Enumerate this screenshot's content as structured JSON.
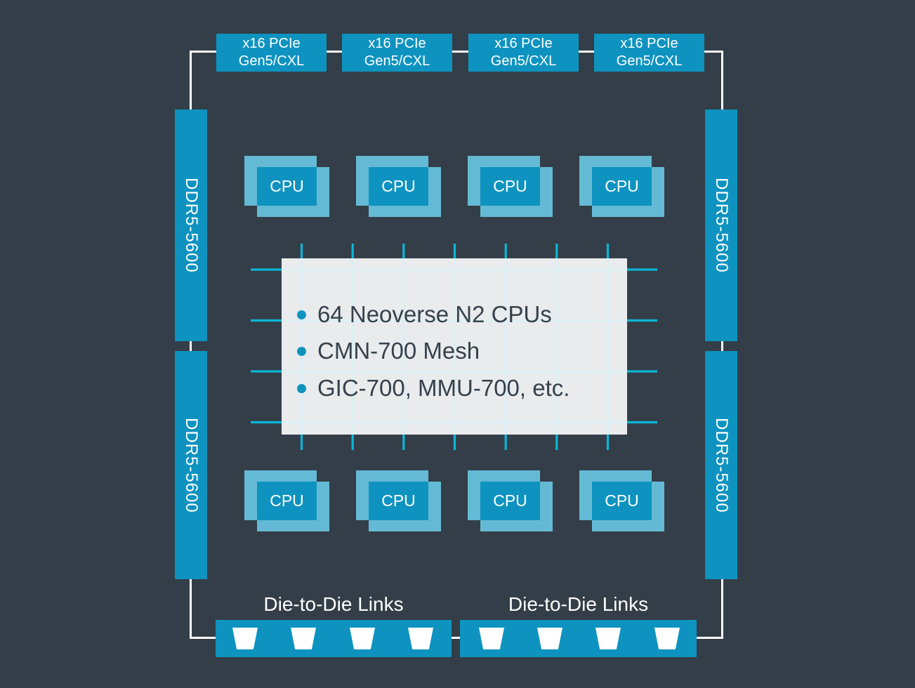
{
  "colors": {
    "background": "#333e48",
    "primary_blue": "#0e93c0",
    "light_blue": "#64bad5",
    "mesh_cyan": "#0cb6d6",
    "panel_background": "#e9ebed",
    "panel_grid": "#dcf0f5",
    "text_dark": "#36414c",
    "bullet_blue": "#1193be",
    "line_white": "#ffffff"
  },
  "pcie": {
    "items": [
      {
        "line1": "x16 PCIe",
        "line2": "Gen5/CXL"
      },
      {
        "line1": "x16 PCIe",
        "line2": "Gen5/CXL"
      },
      {
        "line1": "x16 PCIe",
        "line2": "Gen5/CXL"
      },
      {
        "line1": "x16 PCIe",
        "line2": "Gen5/CXL"
      }
    ]
  },
  "memory": {
    "items": [
      "DDR5-5600",
      "DDR5-5600",
      "DDR5-5600",
      "DDR5-5600"
    ]
  },
  "cpu": {
    "items": [
      "CPU",
      "CPU",
      "CPU",
      "CPU",
      "CPU",
      "CPU",
      "CPU",
      "CPU"
    ]
  },
  "soc_panel": {
    "bullets": [
      "64 Neoverse N2 CPUs",
      "CMN-700 Mesh",
      "GIC-700, MMU-700, etc."
    ]
  },
  "die_links": {
    "labels": [
      "Die-to-Die Links",
      "Die-to-Die Links"
    ]
  }
}
